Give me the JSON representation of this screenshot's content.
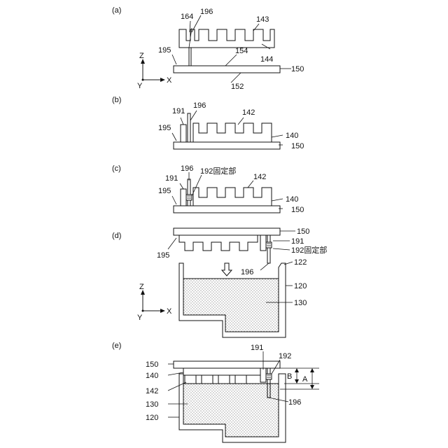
{
  "panels": {
    "a": {
      "label": "(a)",
      "refs": {
        "r164": "164",
        "r196": "196",
        "r143": "143",
        "r195": "195",
        "r154": "154",
        "r144": "144",
        "r150": "150",
        "r152": "152"
      },
      "axes": {
        "z": "Z",
        "y": "Y",
        "x": "X"
      }
    },
    "b": {
      "label": "(b)",
      "refs": {
        "r191": "191",
        "r196": "196",
        "r142": "142",
        "r195": "195",
        "r140": "140",
        "r150": "150"
      }
    },
    "c": {
      "label": "(c)",
      "refs": {
        "r196": "196",
        "r192": "192固定部",
        "r191": "191",
        "r142": "142",
        "r195": "195",
        "r140": "140",
        "r150": "150"
      }
    },
    "d": {
      "label": "(d)",
      "refs": {
        "r150": "150",
        "r195": "195",
        "r191": "191",
        "r192": "192固定部",
        "r196": "196",
        "r122": "122",
        "r120": "120",
        "r130": "130"
      },
      "axes": {
        "z": "Z",
        "y": "Y",
        "x": "X"
      }
    },
    "e": {
      "label": "(e)",
      "refs": {
        "r191": "191",
        "r192": "192",
        "r150": "150",
        "r140": "140",
        "r142": "142",
        "r130": "130",
        "r120": "120",
        "r196": "196"
      },
      "dims": {
        "b": "B",
        "a": "A"
      }
    }
  }
}
